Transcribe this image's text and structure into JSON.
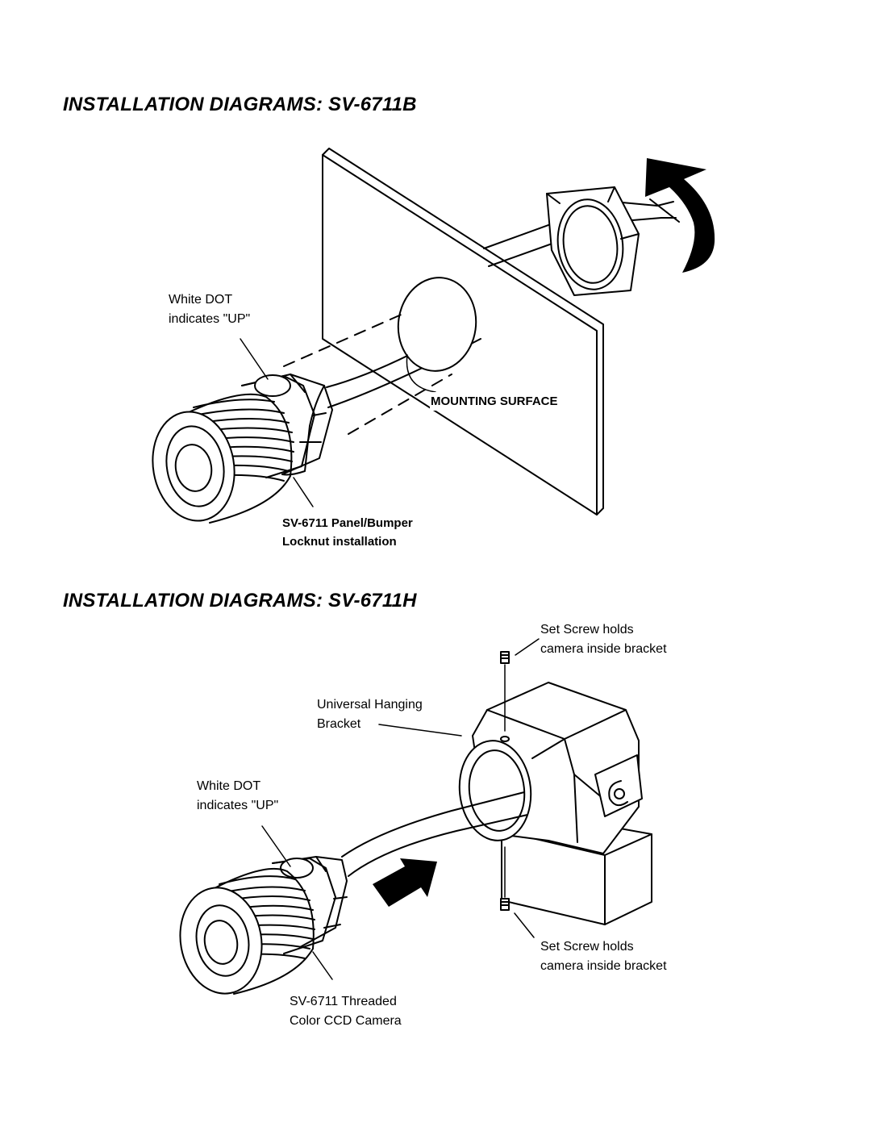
{
  "diagram_b": {
    "title": "INSTALLATION DIAGRAMS: SV-6711B",
    "white_dot_label": [
      "White DOT",
      "indicates \"UP\""
    ],
    "surface_label": "MOUNTING SURFACE",
    "caption": [
      "SV-6711 Panel/Bumper",
      "Locknut installation"
    ]
  },
  "diagram_h": {
    "title": "INSTALLATION DIAGRAMS: SV-6711H",
    "set_screw_top": [
      "Set Screw holds",
      "camera inside bracket"
    ],
    "bracket_label": [
      "Universal Hanging",
      "Bracket"
    ],
    "white_dot_label": [
      "White DOT",
      "indicates \"UP\""
    ],
    "set_screw_bottom": [
      "Set Screw holds",
      "camera inside bracket"
    ],
    "caption": [
      "SV-6711 Threaded",
      "Color CCD Camera"
    ]
  },
  "colors": {
    "ink": "#000000",
    "paper": "#ffffff"
  },
  "icons": [
    "rotate-arrow-icon",
    "push-arrow-icon"
  ]
}
